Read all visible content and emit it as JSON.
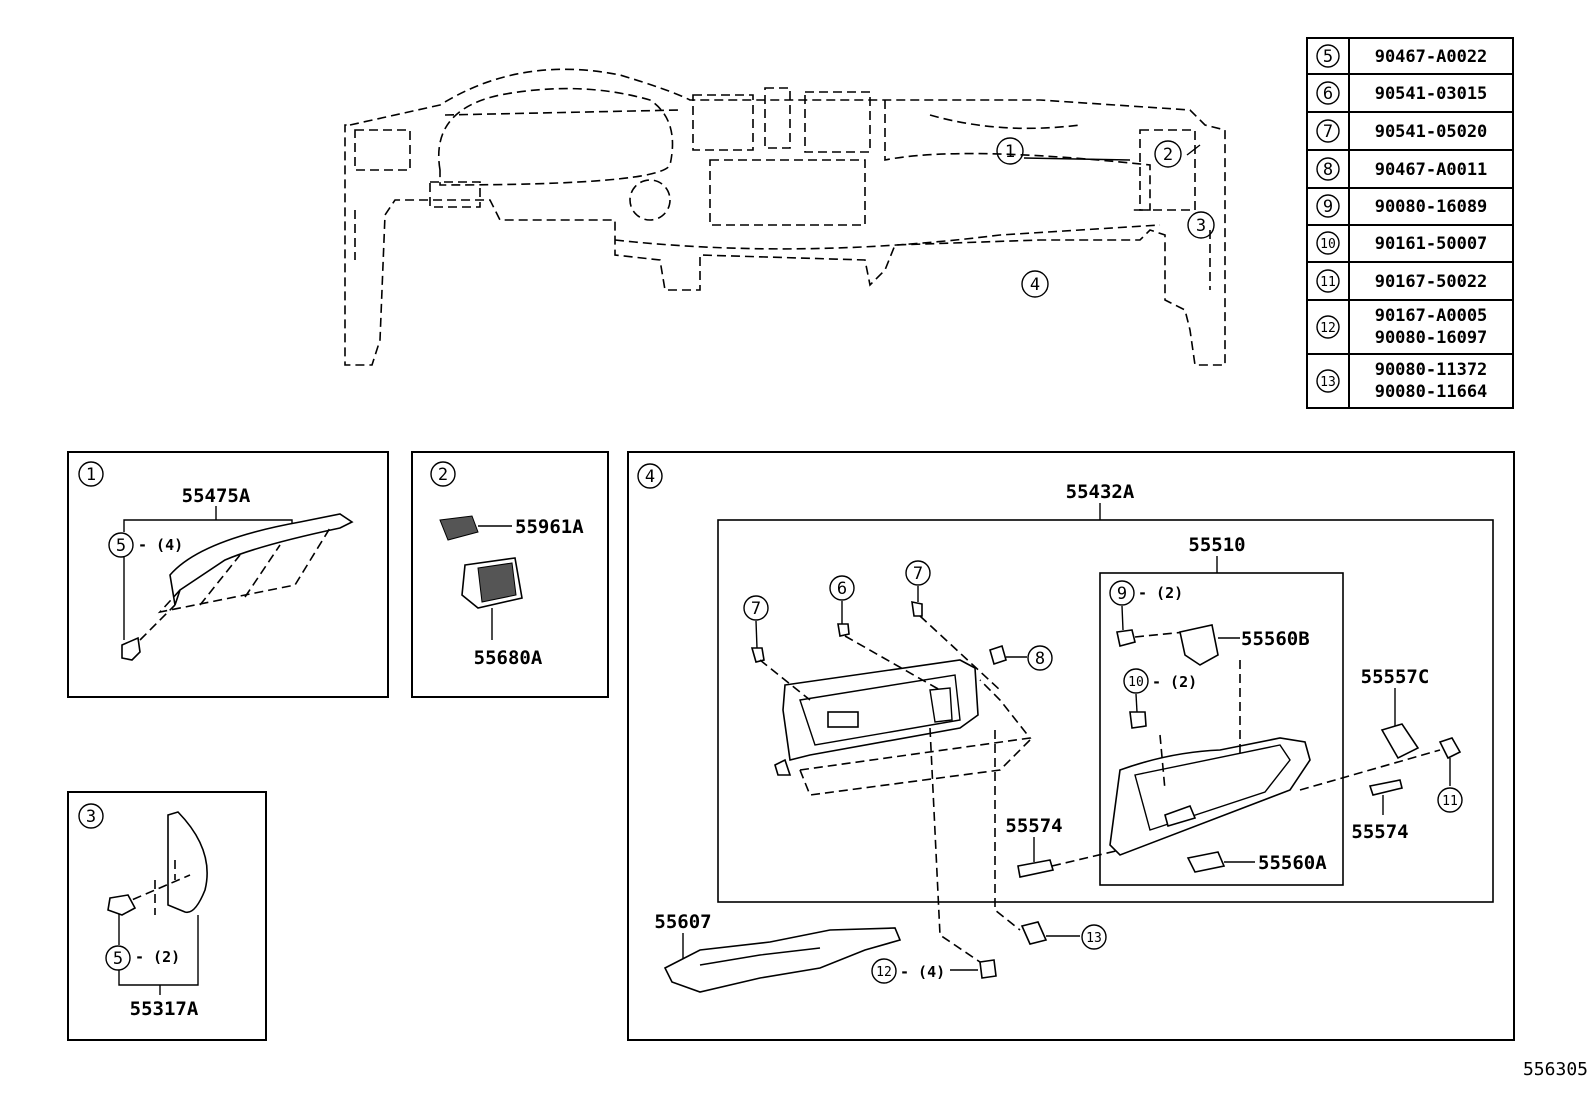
{
  "table": {
    "rows": [
      {
        "ref": "5",
        "parts": [
          "90467-A0022"
        ]
      },
      {
        "ref": "6",
        "parts": [
          "90541-03015"
        ]
      },
      {
        "ref": "7",
        "parts": [
          "90541-05020"
        ]
      },
      {
        "ref": "8",
        "parts": [
          "90467-A0011"
        ]
      },
      {
        "ref": "9",
        "parts": [
          "90080-16089"
        ]
      },
      {
        "ref": "10",
        "parts": [
          "90161-50007"
        ]
      },
      {
        "ref": "11",
        "parts": [
          "90167-50022"
        ]
      },
      {
        "ref": "12",
        "parts": [
          "90167-A0005",
          "90080-16097"
        ]
      },
      {
        "ref": "13",
        "parts": [
          "90080-11372",
          "90080-11664"
        ]
      }
    ]
  },
  "overview": {
    "callouts": [
      "1",
      "2",
      "3",
      "4"
    ]
  },
  "panel1": {
    "ref": "1",
    "part": "55475A",
    "fastener": "5",
    "qty": "- (4)"
  },
  "panel2": {
    "ref": "2",
    "part_a": "55961A",
    "part_b": "55680A"
  },
  "panel3": {
    "ref": "3",
    "part": "55317A",
    "fastener": "5",
    "qty": "- (2)"
  },
  "panel4": {
    "ref": "4",
    "assembly": "55432A",
    "sub_assembly": "55510",
    "c7a": "7",
    "c6": "6",
    "c7b": "7",
    "c8": "8",
    "c9": "9",
    "c9_qty": "- (2)",
    "p55560B": "55560B",
    "c10": "10",
    "c10_qty": "- (2)",
    "p55557C": "55557C",
    "p55574_left": "55574",
    "p55574_right": "55574",
    "c11": "11",
    "p55560A": "55560A",
    "p55607": "55607",
    "c12": "12",
    "c12_qty": "- (4)",
    "c13": "13"
  },
  "diagram_code": "556305"
}
